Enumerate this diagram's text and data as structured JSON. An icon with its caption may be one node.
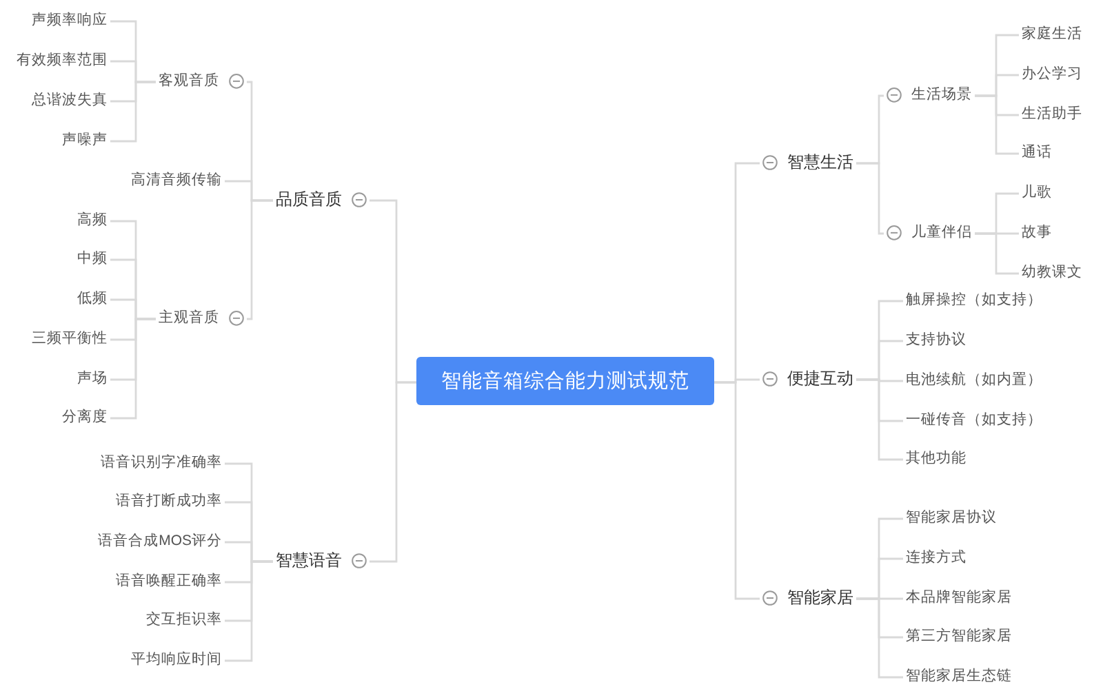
{
  "diagram": {
    "nodes": [
      {
        "text": [
          "智能音箱综合能力测试规范"
        ]
      },
      {
        "text": [
          "品质音质"
        ]
      },
      {
        "text": [
          "客观音质"
        ]
      },
      {
        "text": [
          "声频率响应"
        ]
      },
      {
        "text": [
          "有效频率范围"
        ]
      },
      {
        "text": [
          "总谐波失真"
        ]
      },
      {
        "text": [
          "声噪声"
        ]
      },
      {
        "text": [
          "高清音频传输"
        ]
      },
      {
        "text": [
          "主观音质"
        ]
      },
      {
        "text": [
          "高频"
        ]
      },
      {
        "text": [
          "中频"
        ]
      },
      {
        "text": [
          "低频"
        ]
      },
      {
        "text": [
          "三频平衡性"
        ]
      },
      {
        "text": [
          "声场"
        ]
      },
      {
        "text": [
          "分离度"
        ]
      },
      {
        "text": [
          "智慧语音"
        ]
      },
      {
        "text": [
          "语音识别字准确率"
        ]
      },
      {
        "text": [
          "语音打断成功率"
        ]
      },
      {
        "text": [
          "语音合成MOS评分"
        ]
      },
      {
        "text": [
          "语音唤醒正确率"
        ]
      },
      {
        "text": [
          "交互拒识率"
        ]
      },
      {
        "text": [
          "平均响应时间"
        ]
      },
      {
        "text": [
          "智慧生活"
        ]
      },
      {
        "text": [
          "生活场景"
        ]
      },
      {
        "text": [
          "家庭生活"
        ]
      },
      {
        "text": [
          "办公学习"
        ]
      },
      {
        "text": [
          "生活助手"
        ]
      },
      {
        "text": [
          "通话"
        ]
      },
      {
        "text": [
          "儿童伴侣"
        ]
      },
      {
        "text": [
          "儿歌"
        ]
      },
      {
        "text": [
          "故事"
        ]
      },
      {
        "text": [
          "幼教课文"
        ]
      },
      {
        "text": [
          "便捷互动"
        ]
      },
      {
        "text": [
          "触屏操控（如支持）"
        ]
      },
      {
        "text": [
          "支持协议"
        ]
      },
      {
        "text": [
          "电池续航（如内置）"
        ]
      },
      {
        "text": [
          "一碰传音（如支持）"
        ]
      },
      {
        "text": [
          "其他功能"
        ]
      },
      {
        "text": [
          "智能家居"
        ]
      },
      {
        "text": [
          "智能家居协议"
        ]
      },
      {
        "text": [
          "连接方式"
        ]
      },
      {
        "text": [
          "本品牌智能家居"
        ]
      },
      {
        "text": [
          "第三方智能家居"
        ]
      },
      {
        "text": [
          "智能家居生态链"
        ]
      }
    ],
    "edges": [
      {
        "from": 0,
        "to": 1,
        "arrow": "none"
      },
      {
        "from": 1,
        "to": 2,
        "arrow": "none"
      },
      {
        "from": 2,
        "to": 3,
        "arrow": "none"
      },
      {
        "from": 2,
        "to": 4,
        "arrow": "none"
      },
      {
        "from": 2,
        "to": 5,
        "arrow": "none"
      },
      {
        "from": 2,
        "to": 6,
        "arrow": "none"
      },
      {
        "from": 1,
        "to": 7,
        "arrow": "none"
      },
      {
        "from": 1,
        "to": 8,
        "arrow": "none"
      },
      {
        "from": 8,
        "to": 9,
        "arrow": "none"
      },
      {
        "from": 8,
        "to": 10,
        "arrow": "none"
      },
      {
        "from": 8,
        "to": 11,
        "arrow": "none"
      },
      {
        "from": 8,
        "to": 12,
        "arrow": "none"
      },
      {
        "from": 8,
        "to": 13,
        "arrow": "none"
      },
      {
        "from": 8,
        "to": 14,
        "arrow": "none"
      },
      {
        "from": 0,
        "to": 15,
        "arrow": "none"
      },
      {
        "from": 15,
        "to": 16,
        "arrow": "none"
      },
      {
        "from": 15,
        "to": 17,
        "arrow": "none"
      },
      {
        "from": 15,
        "to": 18,
        "arrow": "none"
      },
      {
        "from": 15,
        "to": 19,
        "arrow": "none"
      },
      {
        "from": 15,
        "to": 20,
        "arrow": "none"
      },
      {
        "from": 15,
        "to": 21,
        "arrow": "none"
      },
      {
        "from": 0,
        "to": 22,
        "arrow": "none"
      },
      {
        "from": 22,
        "to": 23,
        "arrow": "none"
      },
      {
        "from": 23,
        "to": 24,
        "arrow": "none"
      },
      {
        "from": 23,
        "to": 25,
        "arrow": "none"
      },
      {
        "from": 23,
        "to": 26,
        "arrow": "none"
      },
      {
        "from": 23,
        "to": 27,
        "arrow": "none"
      },
      {
        "from": 22,
        "to": 28,
        "arrow": "none"
      },
      {
        "from": 28,
        "to": 29,
        "arrow": "none"
      },
      {
        "from": 28,
        "to": 30,
        "arrow": "none"
      },
      {
        "from": 28,
        "to": 31,
        "arrow": "none"
      },
      {
        "from": 0,
        "to": 32,
        "arrow": "none"
      },
      {
        "from": 32,
        "to": 33,
        "arrow": "none"
      },
      {
        "from": 32,
        "to": 34,
        "arrow": "none"
      },
      {
        "from": 32,
        "to": 35,
        "arrow": "none"
      },
      {
        "from": 32,
        "to": 36,
        "arrow": "none"
      },
      {
        "from": 32,
        "to": 37,
        "arrow": "none"
      },
      {
        "from": 0,
        "to": 38,
        "arrow": "none"
      },
      {
        "from": 38,
        "to": 39,
        "arrow": "none"
      },
      {
        "from": 38,
        "to": 40,
        "arrow": "none"
      },
      {
        "from": 38,
        "to": 41,
        "arrow": "none"
      },
      {
        "from": 38,
        "to": 42,
        "arrow": "none"
      },
      {
        "from": 38,
        "to": 43,
        "arrow": "none"
      }
    ]
  }
}
